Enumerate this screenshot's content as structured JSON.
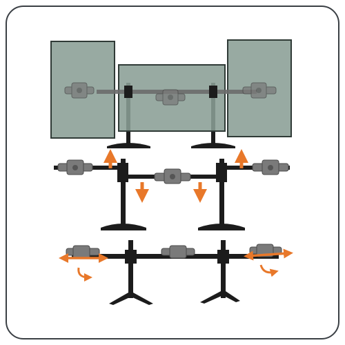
{
  "colors": {
    "frame": "#3a3f44",
    "monitor_fill": "#8a9e95",
    "monitor_edge": "#2f3a36",
    "bracket_dim": "#7a7a7a",
    "bracket_edge": "#4a4a4a",
    "pole": "#1c1c1c",
    "arrow": "#e8782a"
  },
  "icons": {
    "up": "arrow-up-icon",
    "down": "arrow-down-icon",
    "horizontal": "arrow-left-right-icon",
    "rotate": "rotate-arrow-icon"
  },
  "panels": [
    "monitors-mounted",
    "height-adjustment",
    "swivel-adjustment"
  ]
}
